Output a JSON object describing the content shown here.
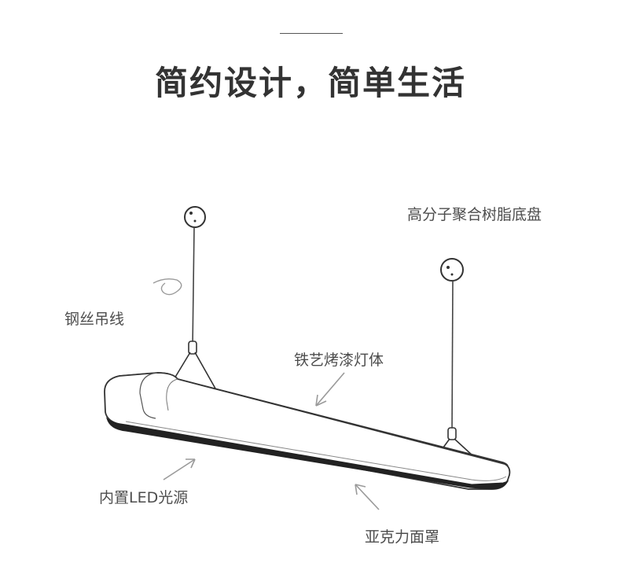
{
  "heading": {
    "title": "简约设计，简单生活"
  },
  "callouts": {
    "base": "高分子聚合树脂底盘",
    "wire": "钢丝吊线",
    "body": "铁艺烤漆灯体",
    "led": "内置LED光源",
    "cover": "亚克力面罩"
  },
  "colors": {
    "text": "#333333",
    "label": "#4d4d4d",
    "line": "#444444",
    "arrow": "#9a9a9a"
  }
}
